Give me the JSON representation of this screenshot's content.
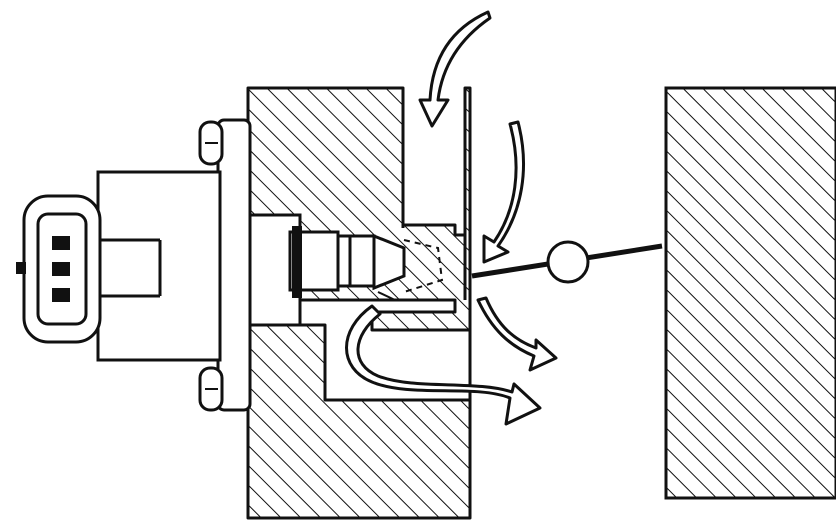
{
  "diagram": {
    "description_visible_text": "",
    "colors": {
      "ink": "#111111",
      "paper": "#ffffff"
    },
    "parts": [
      "idle-air-control-valve",
      "electrical-connector",
      "mounting-flange",
      "mounting-bolt-upper",
      "mounting-bolt-lower",
      "pintle-valve",
      "throttle-body-housing",
      "bypass-air-passage",
      "throttle-plate",
      "airflow-arrows"
    ]
  }
}
